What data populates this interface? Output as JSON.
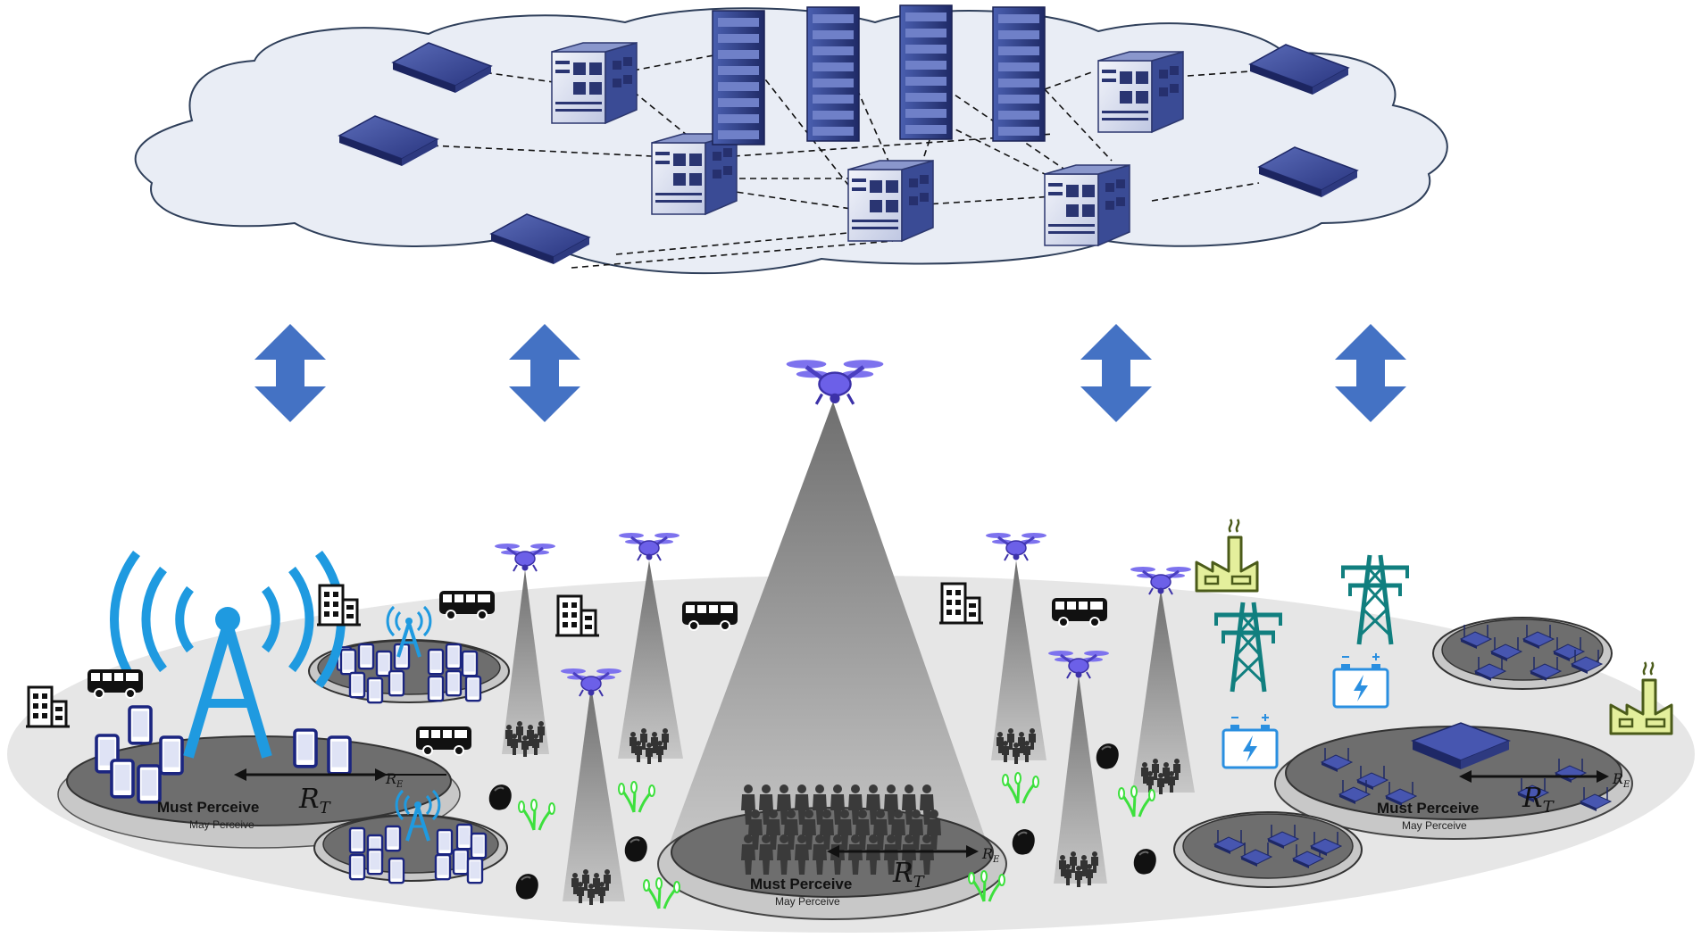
{
  "zones": [
    {
      "id": "telecom",
      "must_label": "Must Perceive",
      "may_label": "May Perceive",
      "radius_label": "R",
      "radius_sub": "T",
      "outer_label": "R",
      "outer_sub": "E"
    },
    {
      "id": "crowd",
      "must_label": "Must Perceive",
      "may_label": "May Perceive",
      "radius_label": "R",
      "radius_sub": "T",
      "outer_label": "R",
      "outer_sub": "E"
    },
    {
      "id": "power",
      "must_label": "Must Perceive",
      "may_label": "May Perceive",
      "radius_label": "R",
      "radius_sub": "T",
      "outer_label": "R",
      "outer_sub": "E"
    }
  ],
  "colors": {
    "cloud_fill": "#e9edf5",
    "cloud_stroke": "#2f3f5a",
    "server_blue": "#3c4f9a",
    "server_dark": "#26306e",
    "arrow_blue": "#4472c4",
    "tower_blue": "#1f9ae0",
    "phone_navy": "#1b2580",
    "drone_purple": "#6f63e6",
    "cone_gray": "#8d8d8d",
    "ground_gray": "#e6e6e6",
    "zone_gray": "#6e6e6e",
    "grass_green": "#3de03d",
    "factory_yellow": "#e4ef9c",
    "pylon_teal": "#117f7f",
    "battery_blue": "#2a8fe0"
  },
  "icons": [
    "cloud-icon",
    "server-rack-icon",
    "network-switch-icon",
    "drone-icon",
    "cell-tower-icon",
    "smartphone-icon",
    "building-icon",
    "bus-icon",
    "crowd-icon",
    "rock-icon",
    "grass-icon",
    "factory-icon",
    "power-pylon-icon",
    "battery-icon",
    "bidirectional-arrow-icon"
  ]
}
